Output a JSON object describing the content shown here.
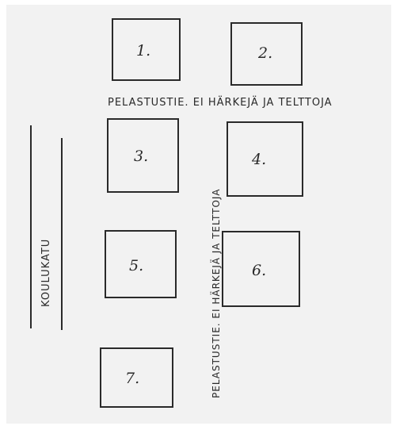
{
  "plots": [
    {
      "number": "1."
    },
    {
      "number": "2."
    },
    {
      "number": "3."
    },
    {
      "number": "4."
    },
    {
      "number": "5."
    },
    {
      "number": "6."
    },
    {
      "number": "7."
    }
  ],
  "rescue_road_horizontal": "PELASTUSTIE. EI HÄRKEJÄ JA TELTTOJA",
  "rescue_road_vertical": "PELASTUSTIE. EI HÄRKEJÄ JA TELTTOJA",
  "street_name": "KOULUKATU",
  "colors": {
    "ink": "#2a2a2a",
    "paper": "#f2f2f2"
  }
}
